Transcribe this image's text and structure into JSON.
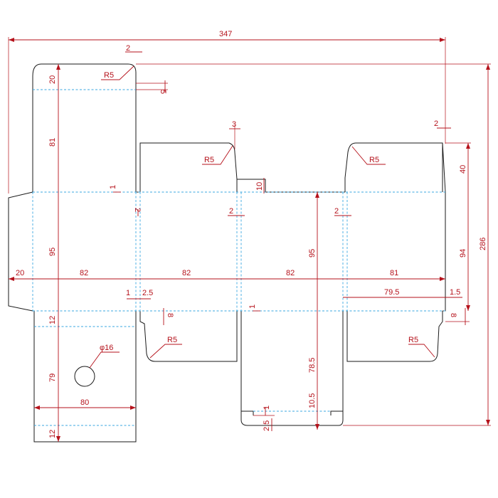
{
  "dimensions": {
    "overall_width": "347",
    "overall_height": "286",
    "glue_width": "20",
    "panel1_width": "82",
    "panel2_width": "82",
    "panel3_width": "82",
    "panel4_width": "81",
    "panel_height": "95",
    "panel_height_right": "94",
    "top_flap_left": "81",
    "top_flap_tuck": "20",
    "top_flap_right": "40",
    "bottom_flap_left": "79",
    "bottom_tuck_top": "12",
    "bottom_tuck_bottom": "12",
    "bottom_flap_width": "80",
    "bottom_center_flap": "78.5",
    "bottom_center_tuck": "10.5",
    "bottom_center_notch": "2.5",
    "inset_1": "1",
    "inset_2_5": "2.5",
    "inset_79_5": "79.5",
    "inset_1_5": "1.5",
    "gap_2_top_left": "2",
    "gap_2_top_right": "2",
    "gap_2_mid_a": "2",
    "gap_2_mid_b": "2",
    "gap_3": "3",
    "gap_5": "5",
    "dust_flap_10": "10",
    "dust_flap_8_left": "8",
    "dust_flap_8_right": "8",
    "small_1_left": "1",
    "small_1_mid": "1",
    "small_1_bottom": "1",
    "small_1_top": "1",
    "small_2_left": "2",
    "hole_diameter": "φ16"
  },
  "radii": {
    "r_top_left": "R5",
    "r_top_mid": "R5",
    "r_top_right": "R5",
    "r_bottom_left": "R5",
    "r_bottom_right": "R5"
  },
  "colors": {
    "cut_line": "#1a1a1a",
    "fold_line": "#3aa7e0",
    "dimension": "#b5121b",
    "background": "#ffffff"
  }
}
